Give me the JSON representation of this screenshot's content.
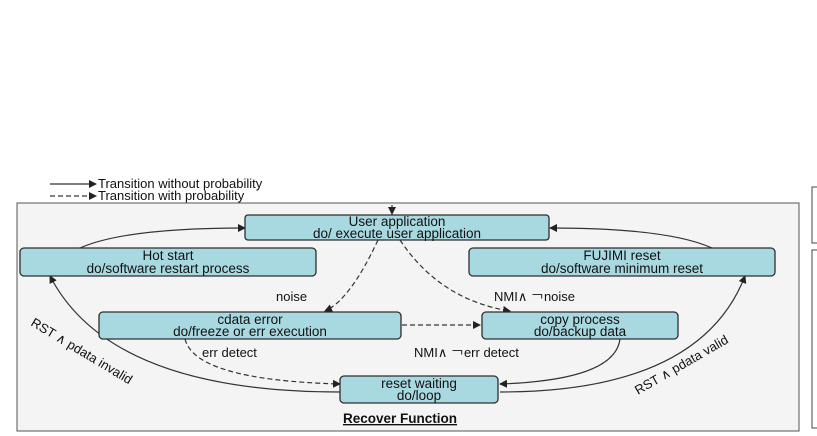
{
  "legend": {
    "solid": "Transition without probability",
    "dashed": "Transition with probability"
  },
  "states": {
    "user_app": {
      "line1": "User application",
      "line2": "do/ execute user application"
    },
    "hot_start": {
      "line1": "Hot start",
      "line2": "do/software restart process"
    },
    "fujimi_reset": {
      "line1": "FUJIMI reset",
      "line2": "do/software minimum reset"
    },
    "cdata_error": {
      "line1": "cdata error",
      "line2": "do/freeze or err execution"
    },
    "copy_process": {
      "line1": "copy process",
      "line2": "do/backup data"
    },
    "reset_waiting": {
      "line1": "reset waiting",
      "line2": "do/loop"
    }
  },
  "transitions": {
    "noise": "noise",
    "nmi_noise": "NMI∧ ￢noise",
    "err_detect": "err detect",
    "nmi_err_detect": "NMI∧ ￢err detect",
    "rst_invalid": "RST ∧ pdata invalid",
    "rst_valid": "RST ∧ pdata valid"
  },
  "frame_title": "Recover Function",
  "colors": {
    "state_fill": "#a9d9e0",
    "frame_fill": "#f4f4f4",
    "stroke": "#333333"
  }
}
